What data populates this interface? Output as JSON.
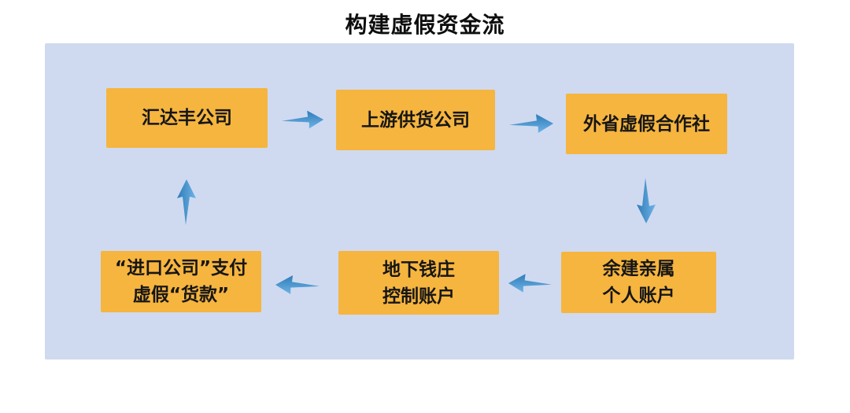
{
  "title": "构建虚假资金流",
  "colors": {
    "page_bg": "#ffffff",
    "panel_bg": "#cfdaf0",
    "box_bg": "#f6b53f",
    "box_text": "#161616",
    "title_text": "#0d0d0d",
    "arrow_dark": "#2e7cb8",
    "arrow_light": "#6fb3e6"
  },
  "nodes": {
    "huidafeng": {
      "label": "汇达丰公司"
    },
    "upstream": {
      "label": "上游供货公司"
    },
    "cooperative": {
      "label": "外省虚假合作社"
    },
    "relatives": {
      "line1": "余建亲属",
      "line2": "个人账户"
    },
    "underground_bank": {
      "line1": "地下钱庄",
      "line2": "控制账户"
    },
    "import_company": {
      "line1": "“进口公司”支付",
      "line2": "虚假“货款”"
    }
  },
  "edges": [
    {
      "from": "汇达丰公司",
      "to": "上游供货公司",
      "direction": "right"
    },
    {
      "from": "上游供货公司",
      "to": "外省虚假合作社",
      "direction": "right"
    },
    {
      "from": "外省虚假合作社",
      "to": "余建亲属个人账户",
      "direction": "down"
    },
    {
      "from": "余建亲属个人账户",
      "to": "地下钱庄控制账户",
      "direction": "left"
    },
    {
      "from": "地下钱庄控制账户",
      "to": "“进口公司”支付虚假“货款”",
      "direction": "left"
    },
    {
      "from": "“进口公司”支付虚假“货款”",
      "to": "汇达丰公司",
      "direction": "up"
    }
  ]
}
